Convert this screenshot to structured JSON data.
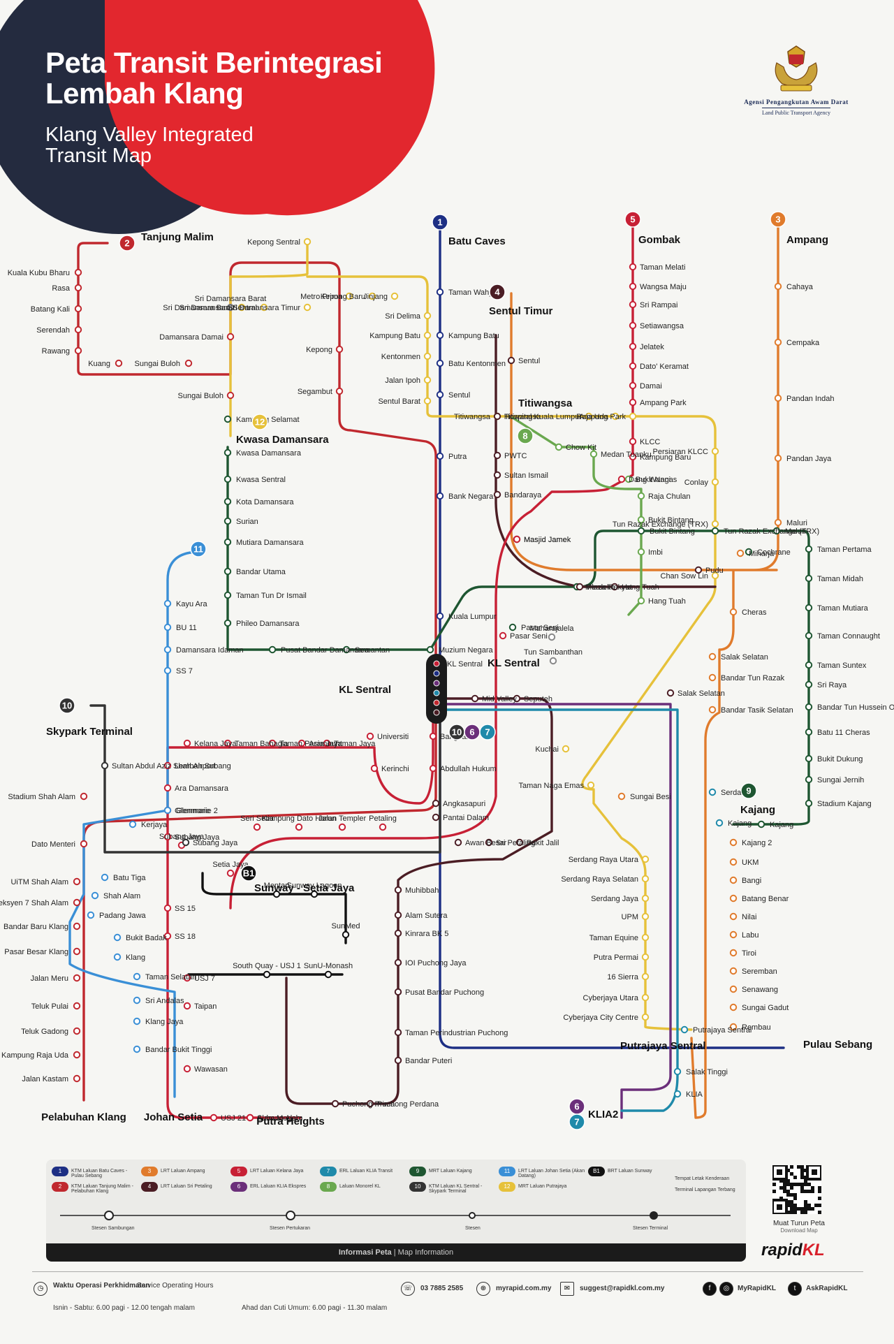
{
  "title": {
    "malay": "Peta Transit Berintegrasi Lembah Klang",
    "malay_line1": "Peta Transit Berintegrasi",
    "malay_line2": "Lembah Klang",
    "english_line1": "Klang Valley Integrated",
    "english_line2": "Transit Map"
  },
  "agency": {
    "malay": "Agensi Pengangkutan Awam Darat",
    "english": "Land Public Transport Agency"
  },
  "colors": {
    "line1": "#1d2f84",
    "line2": "#c0282e",
    "line3": "#e07b2c",
    "line4": "#4b1d24",
    "line5": "#c72035",
    "line6": "#6b2f7a",
    "line7": "#1f8aaa",
    "line8": "#6aa84f",
    "line9": "#1e5631",
    "line10": "#333333",
    "line11": "#3a8fd6",
    "line12": "#e6c13a",
    "lineB1": "#111111"
  },
  "line_badges": [
    "1",
    "2",
    "3",
    "4",
    "5",
    "6",
    "7",
    "8",
    "9",
    "10",
    "11",
    "12",
    "B1"
  ],
  "termini": {
    "l1_north": "Batu Caves",
    "l1_south": "Pulau Sebang",
    "l2_north": "Tanjung Malim",
    "l2_south": "Pelabuhan Klang",
    "l3": "Ampang",
    "l5": "Gombak",
    "l5_south": "Putra Heights",
    "l9_south": "Kajang",
    "l10": "Skypark Terminal",
    "l11_south": "Johan Setia",
    "l12_south": "Putrajaya Sentral",
    "klia2": "KLIA2",
    "sentul": "Sentul Timur",
    "sunway": "Sunway - Setia Jaya"
  },
  "stations": {
    "line2_north": [
      "Kuala Kubu Bharu",
      "Rasa",
      "Batang Kali",
      "Serendah",
      "Rawang",
      "Kuang",
      "Sungai Buloh"
    ],
    "line12_north": [
      "Kepong Sentral",
      "Sri Damansara Barat",
      "Sri Damansara Sentral",
      "Sri Damansara Timur",
      "Metro Prima",
      "Kepong Baru",
      "Jinjang",
      "Sri Delima",
      "Kampung Batu",
      "Kentonmen",
      "Jalan Ipoh",
      "Sentul Barat",
      "Titiwangsa",
      "Hospital Kuala Lumpur",
      "Raja Uda",
      "Ampang Park",
      "Persiaran KLCC",
      "Conlay",
      "Tun Razak Exchange (TRX)",
      "Chan Sow Lin"
    ],
    "line1_north": [
      "Taman Wahyu",
      "Kampung Batu",
      "Batu Kentonmen",
      "Sentul",
      "Putra",
      "Bank Negara",
      "Kuala Lumpur"
    ],
    "line2_west": [
      "Damansara Damai",
      "Kepong",
      "Segambut",
      "Sungai Buloh"
    ],
    "line9_west": [
      "Kampung Selamat",
      "Kwasa Damansara",
      "Kwasa Sentral",
      "Kota Damansara",
      "Surian",
      "Mutiara Damansara",
      "Bandar Utama",
      "Taman Tun Dr Ismail",
      "Phileo Damansara",
      "Pusat Bandar Damansara",
      "Semantan",
      "Muzium Negara",
      "Pasar Seni",
      "Merdeka",
      "Bukit Bintang",
      "Tun Razak Exchange (TRX)",
      "Cochrane",
      "Maluri"
    ],
    "line4_sentul": [
      "Sentul",
      "Titiwangsa",
      "PWTC",
      "Sultan Ismail",
      "Bandaraya",
      "Masjid Jamek",
      "Plaza Rakyat",
      "Hang Tuah",
      "Pudu"
    ],
    "line5": [
      "Taman Melati",
      "Wangsa Maju",
      "Sri Rampai",
      "Setiawangsa",
      "Jelatek",
      "Dato' Keramat",
      "Damai",
      "Ampang Park",
      "KLCC",
      "Kampung Baru",
      "Dang Wangi",
      "Masjid Jamek",
      "Pasar Seni",
      "KL Sentral",
      "Bangsar",
      "Abdullah Hukum",
      "Kerinchi",
      "Universiti",
      "Taman Jaya",
      "Asia Jaya",
      "Taman Paramount",
      "Taman Bahagia",
      "Kelana Jaya",
      "Lembah Subang",
      "Ara Damansara",
      "Glenmarie",
      "Subang Jaya",
      "SS 15",
      "SS 18",
      "USJ 7",
      "Taipan",
      "Wawasan",
      "USJ 21",
      "Alam Megah",
      "Subang Alam"
    ],
    "line8": [
      "Chow Kit",
      "Medan Tuanku",
      "Bukit Nanas",
      "Raja Chulan",
      "Bukit Bintang",
      "Imbi",
      "Hang Tuah"
    ],
    "line3_ampang": [
      "Cahaya",
      "Cempaka",
      "Pandan Indah",
      "Pandan Jaya",
      "Maluri",
      "Miharja"
    ],
    "line9_east": [
      "Taman Pertama",
      "Taman Midah",
      "Taman Mutiara",
      "Taman Connaught",
      "Taman Suntex",
      "Sri Raya",
      "Bandar Tun Hussein Onn",
      "Batu 11 Cheras",
      "Bukit Dukung",
      "Sungai Jernih",
      "Stadium Kajang",
      "Kajang"
    ],
    "line3_south": [
      "Cheras",
      "Salak Selatan",
      "Bandar Tun Razak",
      "Bandar Tasik Selatan",
      "Sungai Besi",
      "Kajang 2",
      "UKM",
      "Bangi",
      "Batang Benar",
      "Nilai",
      "Labu",
      "Tiroi",
      "Seremban",
      "Senawang",
      "Sungai Gadut",
      "Rembau"
    ],
    "line11": [
      "Kayu Ara",
      "BU 11",
      "Damansara Idaman",
      "SS 7",
      "Glenmarie 2",
      "Kerjaya",
      "Batu Tiga",
      "Shah Alam",
      "Padang Jawa",
      "Bukit Badak",
      "Klang",
      "Taman Selatan",
      "Sri Andalas",
      "Klang Jaya",
      "Bandar Bukit Tinggi"
    ],
    "line2_south": [
      "Stadium Shah Alam",
      "Dato Menteri",
      "UiTM Shah Alam",
      "Seksyen 7 Shah Alam",
      "Bandar Baru Klang",
      "Pasar Besar Klang",
      "Jalan Meru",
      "Teluk Pulai",
      "Teluk Gadong",
      "Kampung Raja Uda",
      "Jalan Kastam"
    ],
    "line4_south": [
      "Angkasapuri",
      "Pantai Dalam",
      "Mid Valley",
      "Seputeh",
      "Salak Selatan",
      "Awan Besar",
      "Sri Petaling",
      "Bukit Jalil",
      "Muhibbah",
      "Alam Sutera",
      "Kinrara BK 5",
      "IOI Puchong Jaya",
      "Pusat Bandar Puchong",
      "Taman Perindustrian Puchong",
      "Bandar Puteri",
      "Puchong Perdana",
      "Puchong Prima"
    ],
    "line5_south": [
      "Seri Setia",
      "Kampung Dato Harun",
      "Jalan Templer",
      "Petaling",
      "Setia Jaya",
      "Subang Jaya"
    ],
    "lineB1": [
      "Mentari",
      "Sunway Lagoon",
      "SunMed",
      "SunU-Monash",
      "South Quay - USJ 1"
    ],
    "line12_south": [
      "Kuchai",
      "Taman Naga Emas",
      "Serdang Raya Utara",
      "Serdang Raya Selatan",
      "Serdang Jaya",
      "UPM",
      "Taman Equine",
      "Putra Permai",
      "16 Sierra",
      "Cyberjaya Utara",
      "Cyberjaya City Centre"
    ],
    "line7": [
      "Serdang",
      "Kajang",
      "Putrajaya Sentral",
      "Salak Tinggi",
      "KLIA"
    ],
    "line10": [
      "Sultan Abdul Aziz Shah Airport",
      "Subang Jaya"
    ],
    "misc": [
      "Tun Sambanthan",
      "Maharajalela",
      "Sri Damansara Barat"
    ]
  },
  "hub": {
    "kl_sentral": "KL Sentral",
    "sentral_badges": [
      "10",
      "6",
      "7"
    ],
    "titiwangsa": "Titiwangsa",
    "kwasa": "Kwasa Damansara"
  },
  "legend": {
    "heading": "Informasi Peta",
    "heading_en": "Map Information",
    "items": [
      {
        "code": "1",
        "label": "KTM Laluan Batu Caves - Pulau Sebang",
        "color": "#1d2f84"
      },
      {
        "code": "2",
        "label": "KTM Laluan Tanjung Malim - Pelabuhan Klang",
        "color": "#c0282e"
      },
      {
        "code": "3",
        "label": "LRT Laluan Ampang",
        "color": "#e07b2c"
      },
      {
        "code": "4",
        "label": "LRT Laluan Sri Petaling",
        "color": "#4b1d24"
      },
      {
        "code": "5",
        "label": "LRT Laluan Kelana Jaya",
        "color": "#c72035"
      },
      {
        "code": "6",
        "label": "ERL Laluan KLIA Ekspres",
        "color": "#6b2f7a"
      },
      {
        "code": "7",
        "label": "ERL Laluan KLIA Transit",
        "color": "#1f8aaa"
      },
      {
        "code": "8",
        "label": "Laluan Monorel KL",
        "color": "#6aa84f"
      },
      {
        "code": "9",
        "label": "MRT Laluan Kajang",
        "color": "#1e5631"
      },
      {
        "code": "10",
        "label": "KTM Laluan KL Sentral - Skypark Terminal",
        "color": "#333333"
      },
      {
        "code": "11",
        "label": "LRT Laluan Johan Setia (Akan Datang)",
        "color": "#3a8fd6"
      },
      {
        "code": "12",
        "label": "MRT Laluan Putrajaya",
        "color": "#e6c13a"
      },
      {
        "code": "B1",
        "label": "BRT Laluan Sunway",
        "color": "#111111"
      }
    ],
    "extra": [
      "Tempat Letak Kenderaan",
      "Terminal Lapangan Terbang"
    ],
    "scale": [
      "Stesen Sambungan",
      "Stesen Pertukaran",
      "Stesen",
      "Stesen Terminal"
    ]
  },
  "qr": {
    "label": "Muat Turun Peta",
    "sub": "Download Map"
  },
  "brand": {
    "rapid": "rapid",
    "kl": "KL"
  },
  "footer": {
    "hours_title": "Waktu Operasi Perkhidmatan",
    "hours_en": "Service Operating Hours",
    "weekday": "Isnin - Sabtu: 6.00 pagi - 12.00 tengah malam",
    "sunday": "Ahad dan Cuti Umum: 6.00 pagi - 11.30 malam",
    "phone": "03 7885 2585",
    "web": "myrapid.com.my",
    "email": "suggest@rapidkl.com.my",
    "facebook": "MyRapidKL",
    "twitter": "AskRapidKL"
  }
}
